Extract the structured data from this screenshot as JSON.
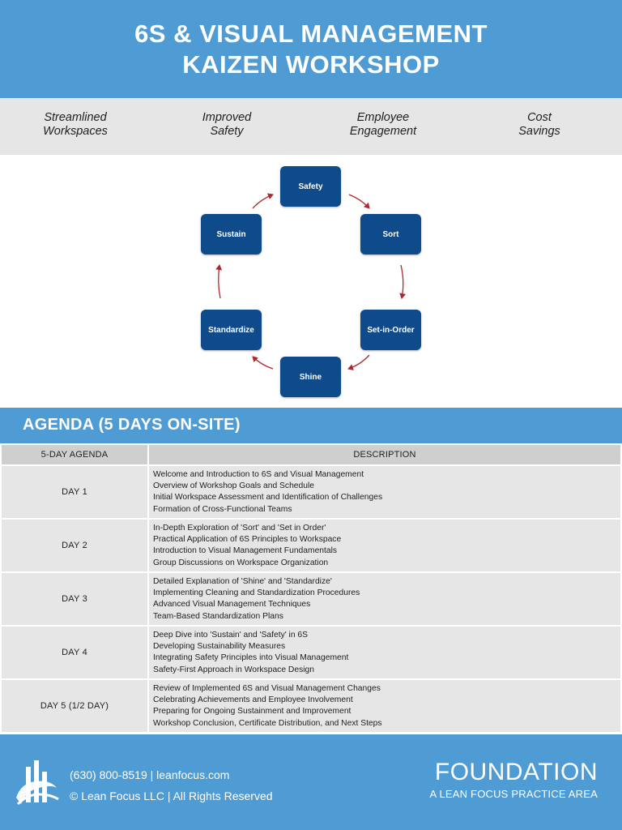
{
  "header": {
    "title_line1": "6S & VISUAL MANAGEMENT",
    "title_line2": "KAIZEN WORKSHOP"
  },
  "benefits": [
    {
      "line1": "Streamlined",
      "line2": "Workspaces"
    },
    {
      "line1": "Improved",
      "line2": "Safety"
    },
    {
      "line1": "Employee",
      "line2": "Engagement"
    },
    {
      "line1": "Cost",
      "line2": "Savings"
    }
  ],
  "cycle": {
    "nodes": [
      "Safety",
      "Sort",
      "Set-in-Order",
      "Shine",
      "Standardize",
      "Sustain"
    ],
    "arrow_color": "#b0272d",
    "node_color": "#0f4a8a"
  },
  "agenda": {
    "title": "AGENDA (5 DAYS ON-SITE)",
    "col_day": "5-DAY AGENDA",
    "col_desc": "DESCRIPTION",
    "rows": [
      {
        "day": "DAY 1",
        "items": [
          "Welcome and Introduction to 6S and Visual Management",
          "Overview of Workshop Goals and Schedule",
          "Initial Workspace Assessment and Identification of Challenges",
          "Formation of Cross-Functional Teams"
        ]
      },
      {
        "day": "DAY 2",
        "items": [
          "In-Depth Exploration of 'Sort' and 'Set in Order'",
          "Practical Application of 6S Principles to Workspace",
          "Introduction to Visual Management Fundamentals",
          "Group Discussions on Workspace Organization"
        ]
      },
      {
        "day": "DAY 3",
        "items": [
          "Detailed Explanation of 'Shine' and 'Standardize'",
          "Implementing Cleaning and Standardization Procedures",
          "Advanced Visual Management Techniques",
          "Team-Based Standardization Plans"
        ]
      },
      {
        "day": "DAY 4",
        "items": [
          "Deep Dive into 'Sustain' and 'Safety' in 6S",
          "Developing Sustainability Measures",
          "Integrating Safety Principles into Visual Management",
          "Safety-First Approach in Workspace Design"
        ]
      },
      {
        "day": "DAY 5 (1/2 DAY)",
        "items": [
          "Review of Implemented 6S and Visual Management Changes",
          "Celebrating Achievements and Employee Involvement",
          "Preparing for Ongoing Sustainment and Improvement",
          "Workshop Conclusion, Certificate Distribution, and Next Steps"
        ]
      }
    ]
  },
  "footer": {
    "contact_line1": "(630) 800-8519 | leanfocus.com",
    "contact_line2": "© Lean Focus LLC | All Rights Reserved",
    "brand_name": "FOUNDATION",
    "brand_tagline": "A LEAN FOCUS PRACTICE AREA",
    "logo_icon": "building-bars-logo"
  }
}
